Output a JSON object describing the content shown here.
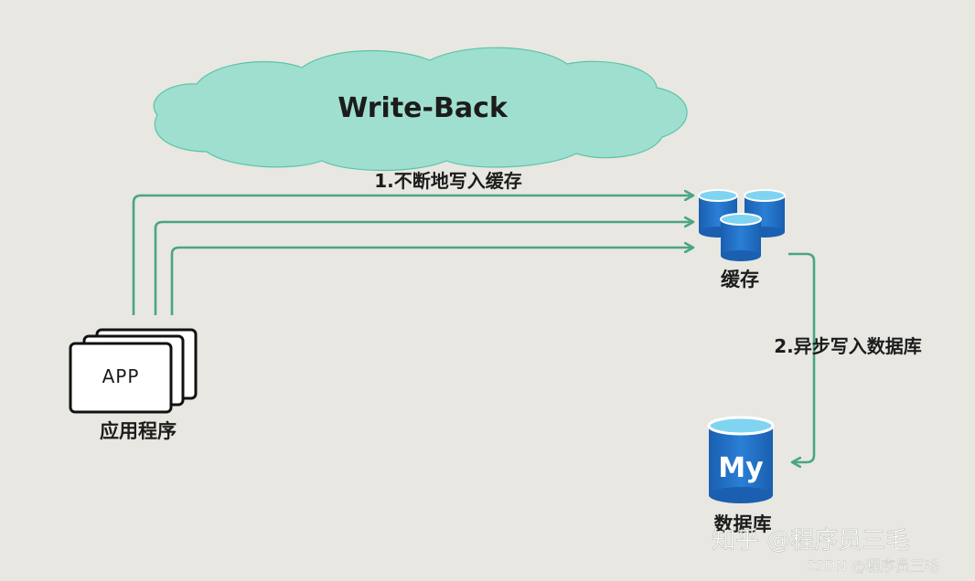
{
  "diagram": {
    "title": "Write-Back",
    "step1_label": "1.不断地写入缓存",
    "step2_label": "2.异步写入数据库",
    "app_box_text": "APP",
    "app_label": "应用程序",
    "cache_label": "缓存",
    "db_logo_text": "My",
    "db_label": "数据库"
  },
  "watermarks": {
    "zhihu": "知乎 @程序员三毛",
    "csdn": "CSDN @程序员三毛"
  },
  "colors": {
    "background": "#e8e7e1",
    "cloud_fill": "#9fdfcf",
    "arrow": "#4aa584",
    "db_blue": "#1e6fc9",
    "db_top": "#7fd4f2"
  }
}
